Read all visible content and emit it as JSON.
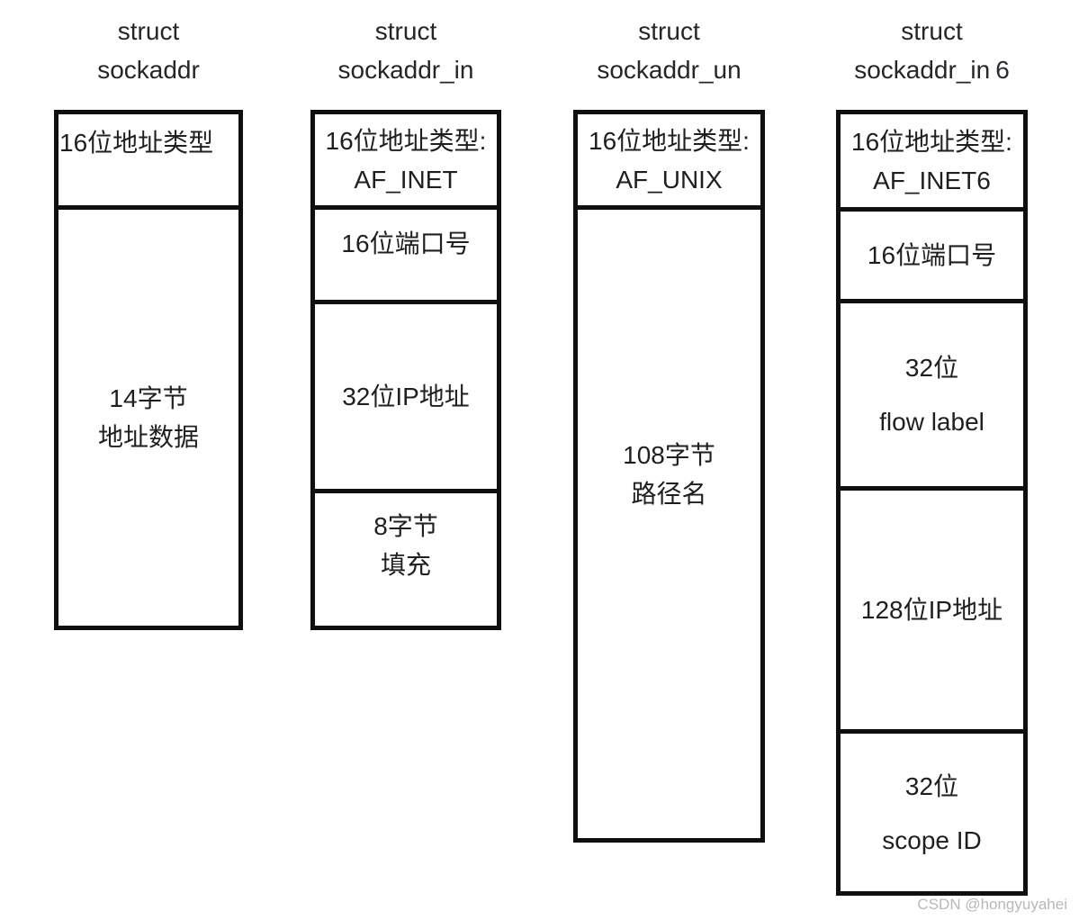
{
  "watermark": {
    "text": "CSDN @hongyuyahei",
    "color": "#b8b8b8"
  },
  "colors": {
    "border": "#0f0f0f",
    "text": "#1f1f1f",
    "background": "#ffffff"
  },
  "columns": [
    {
      "name": "struct sockaddr",
      "title": [
        "struct",
        "sockaddr"
      ],
      "title_suffix": "",
      "cells": [
        {
          "lines": [
            "16位地址类型"
          ]
        },
        {
          "lines": [
            "14字节",
            "地址数据"
          ]
        }
      ]
    },
    {
      "name": "struct sockaddr_in",
      "title": [
        "struct",
        "sockaddr_in"
      ],
      "title_suffix": "",
      "cells": [
        {
          "lines": [
            "16位地址类型:",
            "AF_INET"
          ]
        },
        {
          "lines": [
            "16位端口号"
          ]
        },
        {
          "lines": [
            "32位IP地址"
          ]
        },
        {
          "lines": [
            "8字节",
            "填充"
          ]
        }
      ]
    },
    {
      "name": "struct sockaddr_un",
      "title": [
        "struct",
        "sockaddr_un"
      ],
      "title_suffix": "",
      "cells": [
        {
          "lines": [
            "16位地址类型:",
            "AF_UNIX"
          ]
        },
        {
          "lines": [
            "108字节",
            "路径名"
          ]
        }
      ]
    },
    {
      "name": "struct sockaddr_in6",
      "title": [
        "struct",
        "sockaddr_in"
      ],
      "title_suffix": "6",
      "cells": [
        {
          "lines": [
            "16位地址类型:",
            "AF_INET6"
          ]
        },
        {
          "lines": [
            "16位端口号"
          ]
        },
        {
          "lines": [
            "32位",
            "flow label"
          ]
        },
        {
          "lines": [
            "128位IP地址"
          ]
        },
        {
          "lines": [
            "32位",
            "scope ID"
          ]
        }
      ]
    }
  ]
}
